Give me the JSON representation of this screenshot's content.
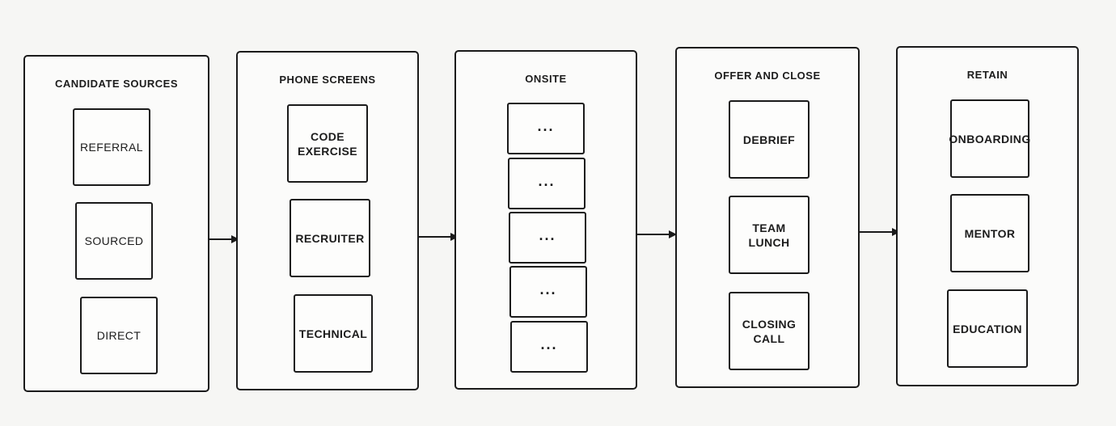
{
  "stages": [
    {
      "title": "CANDIDATE SOURCES",
      "items": [
        "REFERRAL",
        "SOURCED",
        "DIRECT"
      ]
    },
    {
      "title": "PHONE SCREENS",
      "items": [
        "CODE\nEXERCISE",
        "RECRUITER",
        "TECHNICAL"
      ]
    },
    {
      "title": "ONSITE",
      "items": [
        "...",
        "...",
        "...",
        "...",
        "..."
      ]
    },
    {
      "title": "OFFER AND CLOSE",
      "items": [
        "DEBRIEF",
        "TEAM\nLUNCH",
        "CLOSING\nCALL"
      ]
    },
    {
      "title": "RETAIN",
      "items": [
        "ONBOARDING",
        "MENTOR",
        "EDUCATION"
      ]
    }
  ]
}
